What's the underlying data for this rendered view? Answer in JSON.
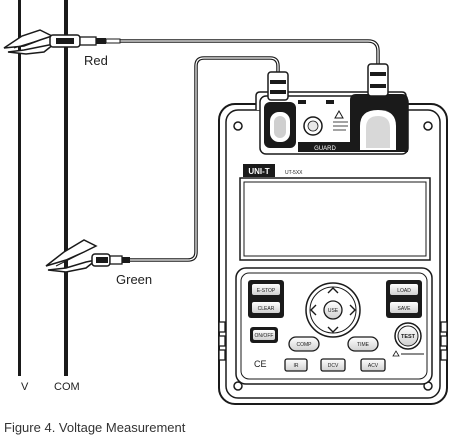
{
  "wire_labels": {
    "red": "Red",
    "green": "Green"
  },
  "terminal_labels": {
    "v": "V",
    "com": "COM"
  },
  "caption": "Figure 4. Voltage Measurement",
  "device": {
    "brand": "UNI-T",
    "model": "UT-5XX",
    "guard_label": "GUARD",
    "buttons": {
      "estop": "E-STOP",
      "clear": "CLEAR",
      "load": "LOAD",
      "save": "SAVE",
      "onoff": "ON/OFF",
      "comp": "COMP",
      "time": "TIME",
      "test": "TEST",
      "use": "USE",
      "ir": "IR",
      "dcv": "DCV",
      "acv": "ACV",
      "ce": "CE"
    }
  },
  "colors": {
    "line": "#1a1a1a",
    "panel": "#ffffff",
    "dark": "#222222"
  }
}
